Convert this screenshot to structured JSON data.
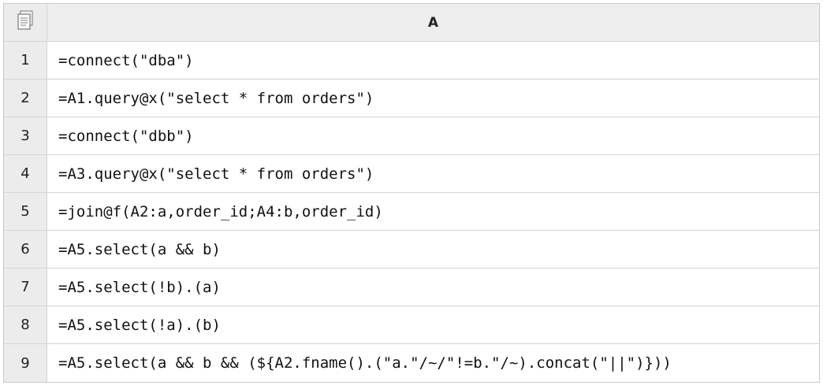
{
  "sheet": {
    "column_header": "A",
    "corner_icon": "sheet-icon",
    "rows": [
      {
        "num": "1",
        "formula": "=connect(\"dba\")"
      },
      {
        "num": "2",
        "formula": "=A1.query@x(\"select * from orders\")"
      },
      {
        "num": "3",
        "formula": "=connect(\"dbb\")"
      },
      {
        "num": "4",
        "formula": "=A3.query@x(\"select * from orders\")"
      },
      {
        "num": "5",
        "formula": "=join@f(A2:a,order_id;A4:b,order_id)"
      },
      {
        "num": "6",
        "formula": "=A5.select(a && b)"
      },
      {
        "num": "7",
        "formula": "=A5.select(!b).(a)"
      },
      {
        "num": "8",
        "formula": "=A5.select(!a).(b)"
      },
      {
        "num": "9",
        "formula": "=A5.select(a && b && (${A2.fname().(\"a.\"/~/\"!=b.\"/~).concat(\"||\")}))"
      }
    ]
  }
}
